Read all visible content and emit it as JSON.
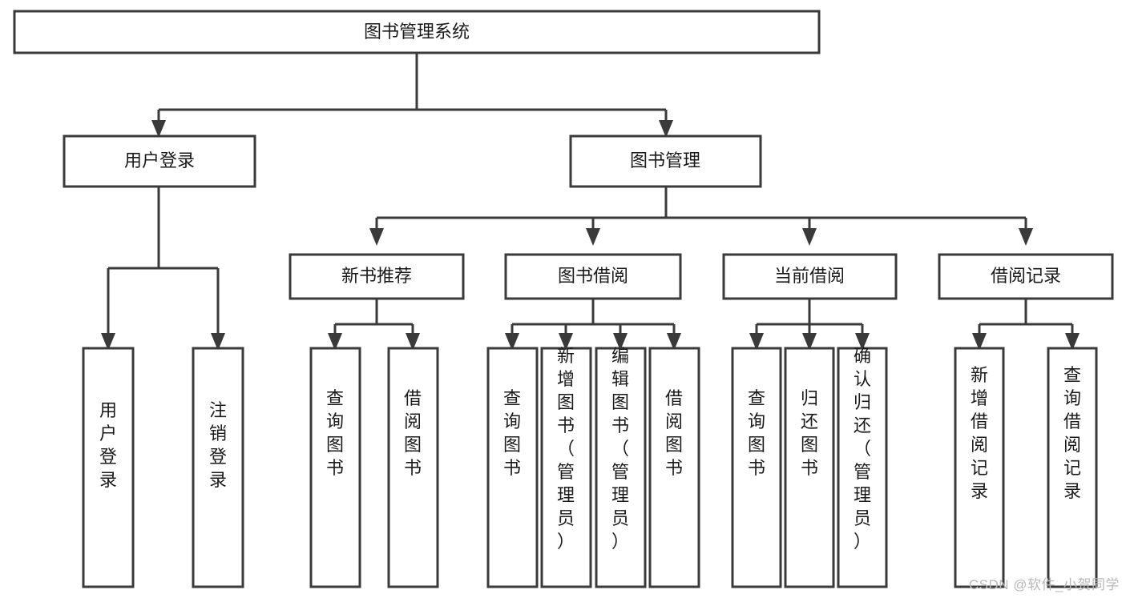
{
  "diagram": {
    "title": "图书管理系统",
    "type": "tree-hierarchy",
    "watermark": "CSDN @软件_小贺同学",
    "colors": {
      "stroke": "#3a3a3a",
      "box_fill": "#ffffff",
      "text": "#1a1a1a",
      "watermark": "#b9b9b9",
      "background": "#ffffff"
    },
    "root": {
      "label": "图书管理系统"
    },
    "level2": [
      {
        "label": "用户登录"
      },
      {
        "label": "图书管理"
      }
    ],
    "level3": [
      {
        "label": "新书推荐"
      },
      {
        "label": "图书借阅"
      },
      {
        "label": "当前借阅"
      },
      {
        "label": "借阅记录"
      }
    ],
    "leaves": {
      "user_login": [
        {
          "label": "用户登录"
        },
        {
          "label": "注销登录"
        }
      ],
      "new_book_recommend": [
        {
          "label": "查询图书"
        },
        {
          "label": "借阅图书"
        }
      ],
      "book_borrow": [
        {
          "label": "查询图书"
        },
        {
          "label": "新增图书（管理员）"
        },
        {
          "label": "编辑图书（管理员）"
        },
        {
          "label": "借阅图书"
        }
      ],
      "current_borrow": [
        {
          "label": "查询图书"
        },
        {
          "label": "归还图书"
        },
        {
          "label": "确认归还（管理员）"
        }
      ],
      "borrow_record": [
        {
          "label": "新增借阅记录"
        },
        {
          "label": "查询借阅记录"
        }
      ]
    }
  }
}
